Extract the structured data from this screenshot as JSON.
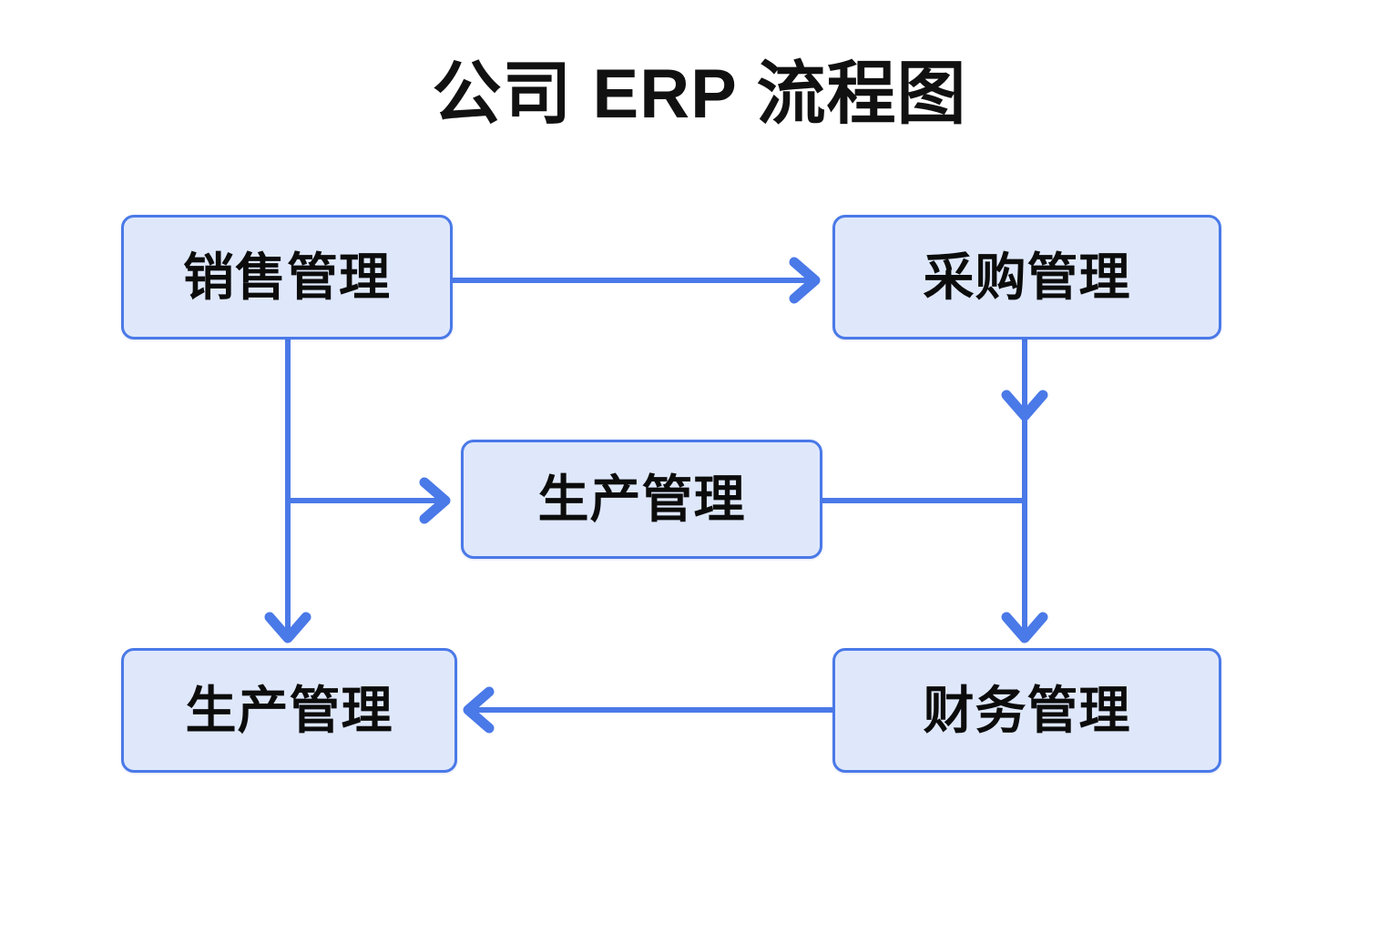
{
  "page": {
    "title": "公司 ERP 流程图",
    "background_color": "#ffffff",
    "accent_color": "#4a79e8",
    "node_fill_color": "#dfe8fb",
    "text_color": "#0c0c0c"
  },
  "diagram": {
    "type": "flowchart",
    "nodes": [
      {
        "id": "sales",
        "label": "销售管理",
        "position": "top-left"
      },
      {
        "id": "purchasing",
        "label": "采购管理",
        "position": "top-right"
      },
      {
        "id": "production-mid",
        "label": "生产管理",
        "position": "center"
      },
      {
        "id": "production-bottom",
        "label": "生产管理",
        "position": "bottom-left"
      },
      {
        "id": "finance",
        "label": "财务管理",
        "position": "bottom-right"
      }
    ],
    "edges": [
      {
        "from": "sales",
        "to": "purchasing",
        "direction": "right",
        "arrow": true,
        "label": ""
      },
      {
        "from": "sales",
        "to": "production-mid",
        "direction": "right",
        "arrow": true,
        "label": ""
      },
      {
        "from": "sales",
        "to": "production-bottom",
        "direction": "down",
        "arrow": true,
        "label": ""
      },
      {
        "from": "purchasing",
        "to": "finance",
        "direction": "down",
        "arrow": true,
        "label": ""
      },
      {
        "from": "production-mid",
        "to": "finance",
        "direction": "right",
        "arrow": false,
        "label": ""
      },
      {
        "from": "finance",
        "to": "production-bottom",
        "direction": "left",
        "arrow": true,
        "label": ""
      }
    ]
  }
}
